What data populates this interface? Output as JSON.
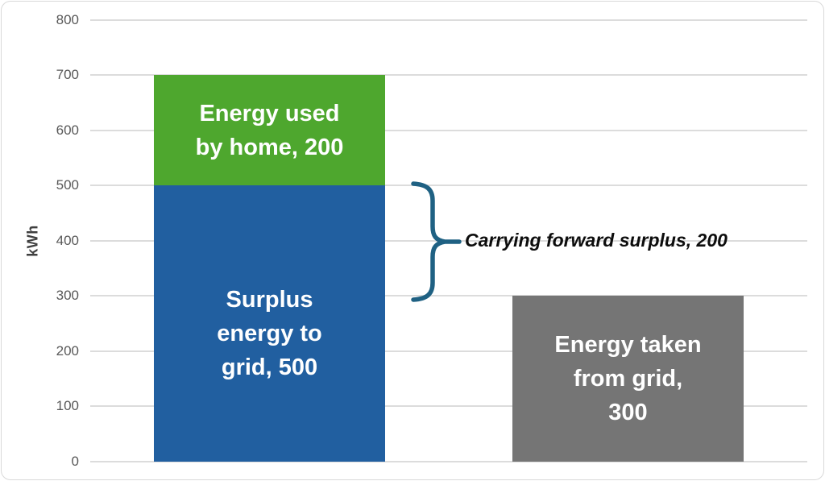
{
  "chart_data": {
    "type": "bar",
    "stacked": true,
    "title": "",
    "xlabel": "",
    "ylabel": "kWh",
    "ylim": [
      0,
      800
    ],
    "yticks": [
      0,
      100,
      200,
      300,
      400,
      500,
      600,
      700,
      800
    ],
    "grid": true,
    "legend": "none",
    "categories": [
      "",
      ""
    ],
    "bars": [
      {
        "segments": [
          {
            "name": "surplus-energy-to-grid",
            "label": "Surplus\nenergy to\ngrid, 500",
            "series": "Surplus energy to grid",
            "value": 500,
            "range": [
              0,
              500
            ],
            "color": "#215FA0"
          },
          {
            "name": "energy-used-by-home",
            "label": "Energy used\nby home, 200",
            "series": "Energy used by home",
            "value": 200,
            "range": [
              500,
              700
            ],
            "color": "#4EA72E"
          }
        ]
      },
      {
        "segments": [
          {
            "name": "energy-taken-from-grid",
            "label": "Energy taken\nfrom grid,\n300",
            "series": "Energy taken from grid",
            "value": 300,
            "range": [
              0,
              300
            ],
            "color": "#757575"
          }
        ]
      }
    ],
    "annotation": {
      "text": "Carrying forward surplus, 200",
      "value": 200,
      "range": [
        300,
        500
      ],
      "brace_color": "#1F6183"
    },
    "colors": {
      "gridline": "#DCDCDC",
      "tick_label": "#595959",
      "axis_title": "#3f3f3f",
      "bar_label_text": "#ffffff",
      "annotation_text": "#0d0d0d",
      "chart_border": "#D9D9D9"
    }
  }
}
